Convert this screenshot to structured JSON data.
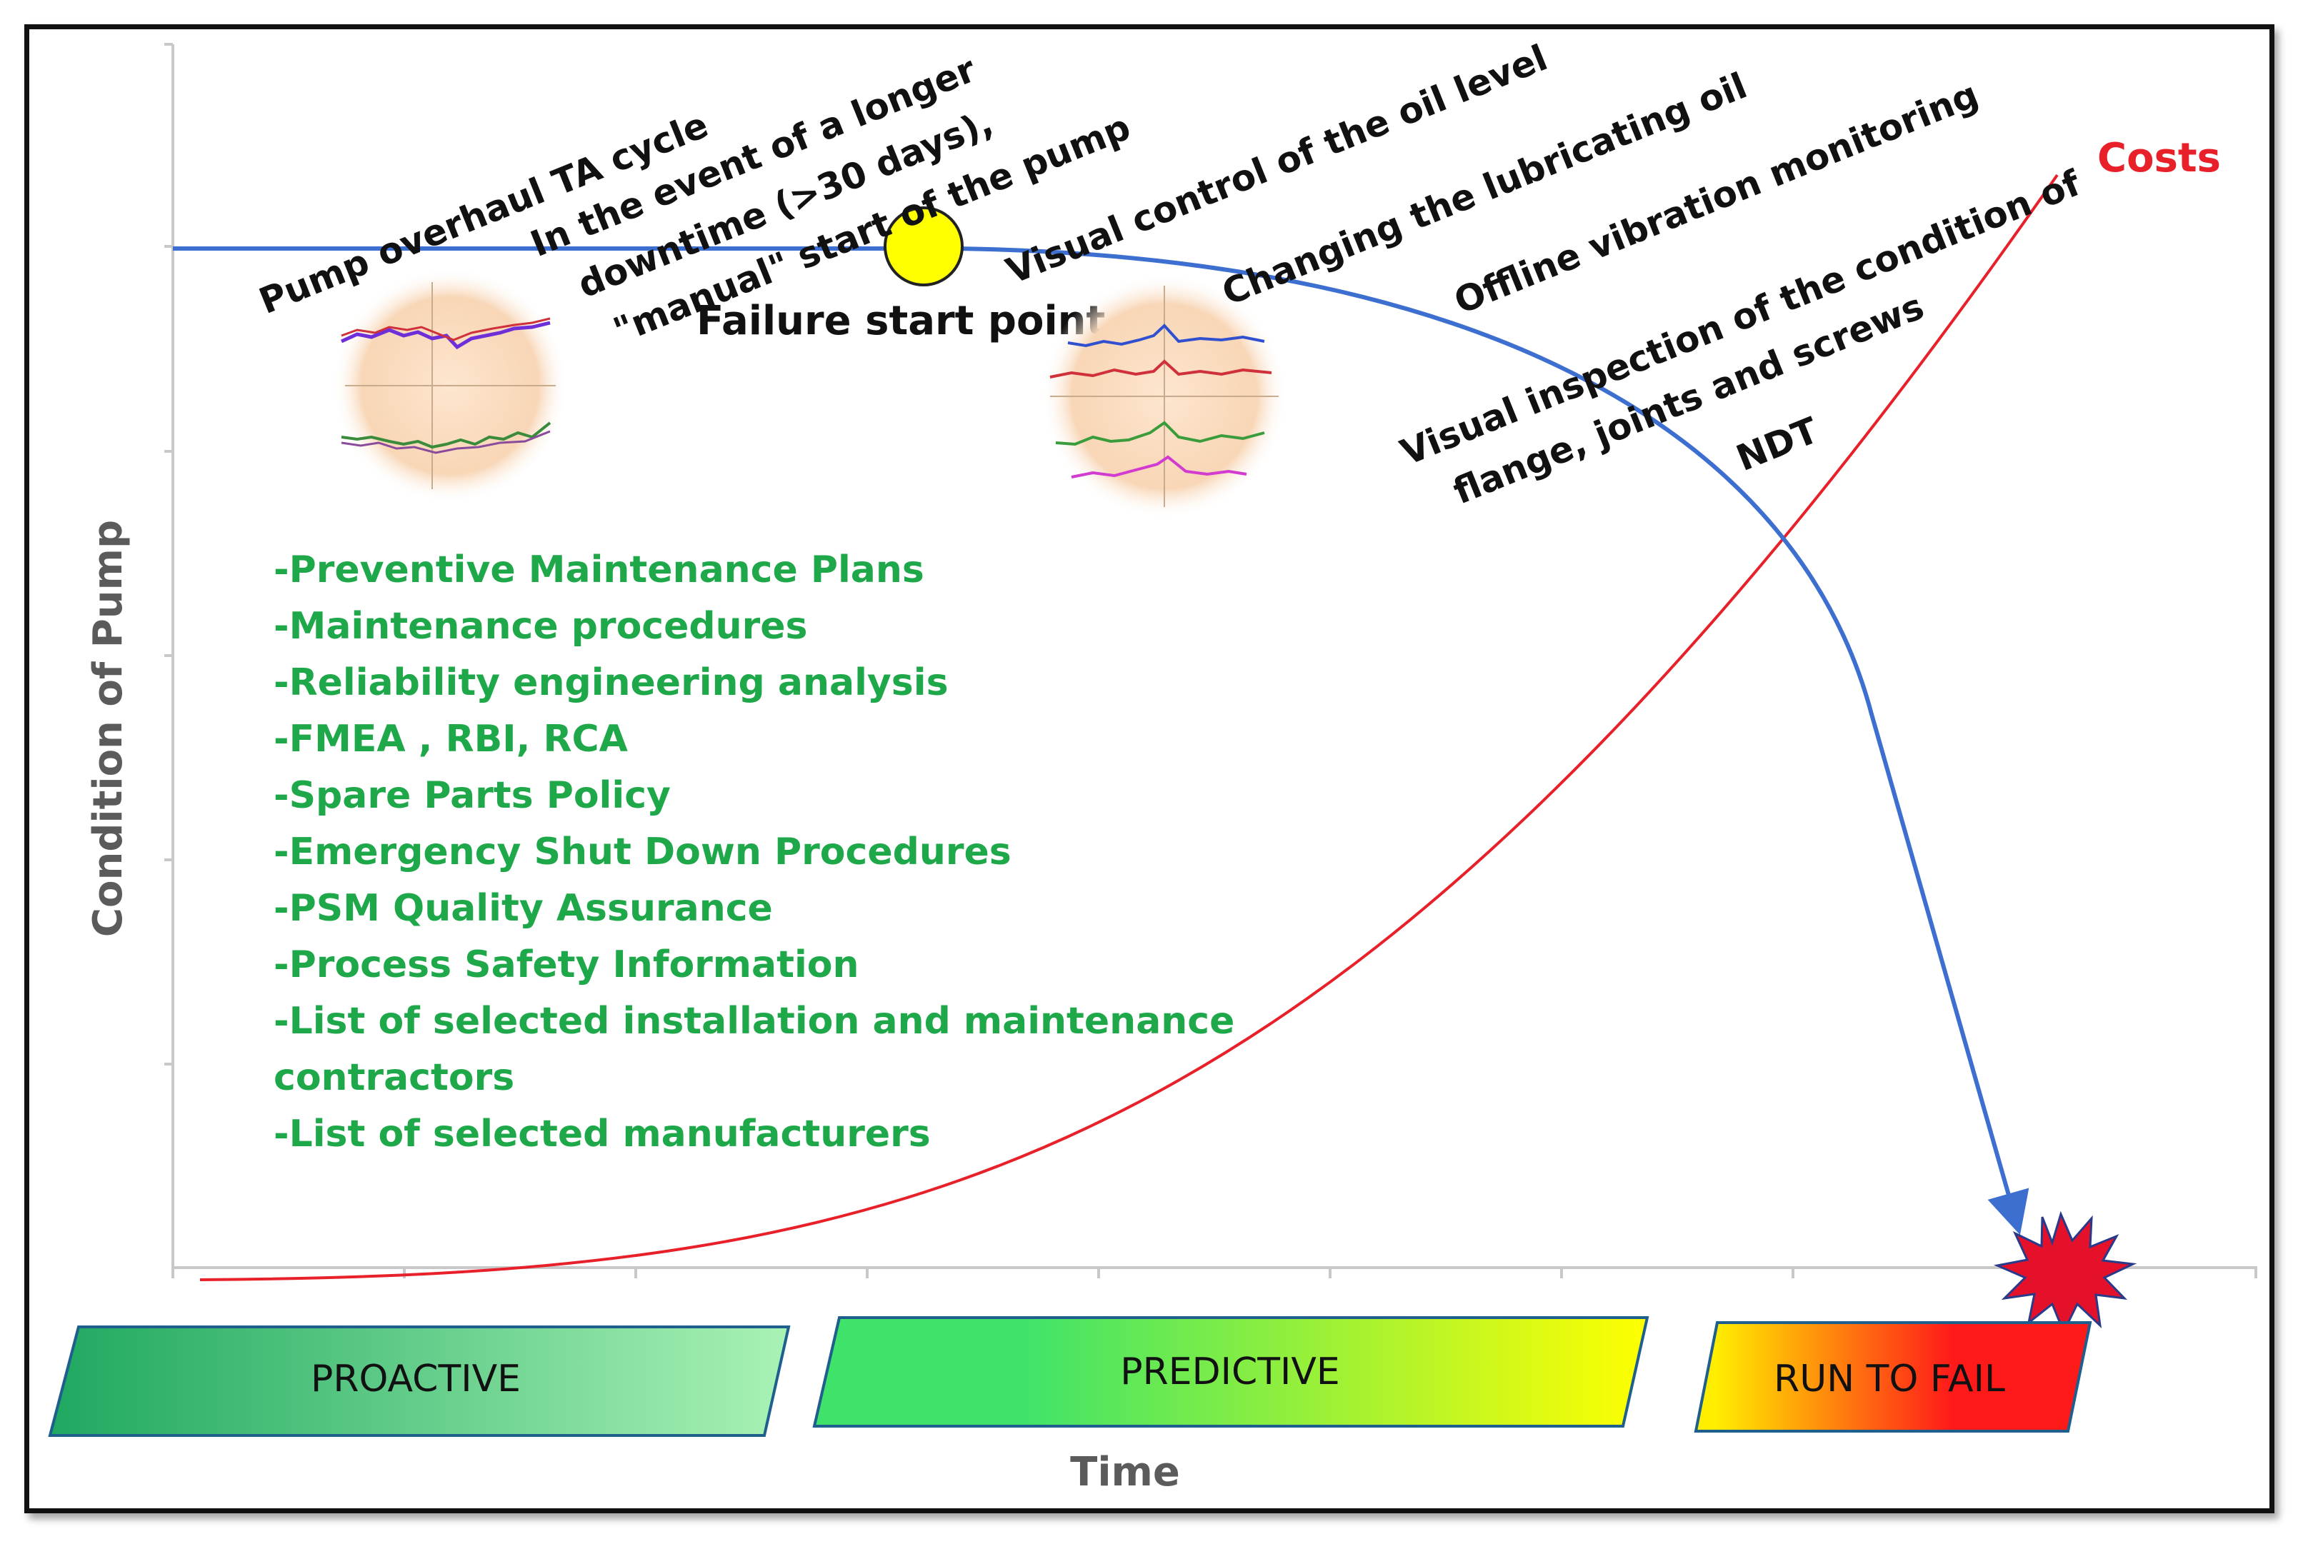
{
  "axes": {
    "y_title": "Condition of Pump",
    "x_title": "Time"
  },
  "curves": {
    "condition_color": "#3d6fd0",
    "costs_color": "#e8202a",
    "costs_label": "Costs"
  },
  "failure_start_label": "Failure start point",
  "events": [
    {
      "lines": [
        "Pump overhaul TA cycle"
      ]
    },
    {
      "lines": [
        "In the event of a longer",
        "downtime (>30 days),",
        "\"manual\" start of the pump"
      ]
    },
    {
      "lines": [
        "Visual control of the oil level"
      ]
    },
    {
      "lines": [
        "Changing the lubricating oil"
      ]
    },
    {
      "lines": [
        "Offline vibration monitoring"
      ]
    },
    {
      "lines": [
        "Visual inspection of the condition of",
        "flange, joints and screws"
      ]
    },
    {
      "lines": [
        "NDT"
      ]
    }
  ],
  "proactive_items": [
    "-Preventive Maintenance Plans",
    "-Maintenance procedures",
    "-Reliability engineering analysis",
    "-FMEA , RBI, RCA",
    "-Spare Parts Policy",
    "-Emergency Shut Down Procedures",
    "-PSM Quality Assurance",
    "-Process Safety Information",
    "-List of selected installation and maintenance",
    "contractors",
    "-List of selected manufacturers"
  ],
  "bands": [
    {
      "label": "PROACTIVE",
      "colors": [
        "#1fa860",
        "#a9f2b5"
      ]
    },
    {
      "label": "PREDICTIVE",
      "colors": [
        "#3fe36a",
        "#ffff00"
      ]
    },
    {
      "label": "RUN TO FAIL",
      "colors": [
        "#ffee00",
        "#ff1a1a"
      ]
    }
  ]
}
